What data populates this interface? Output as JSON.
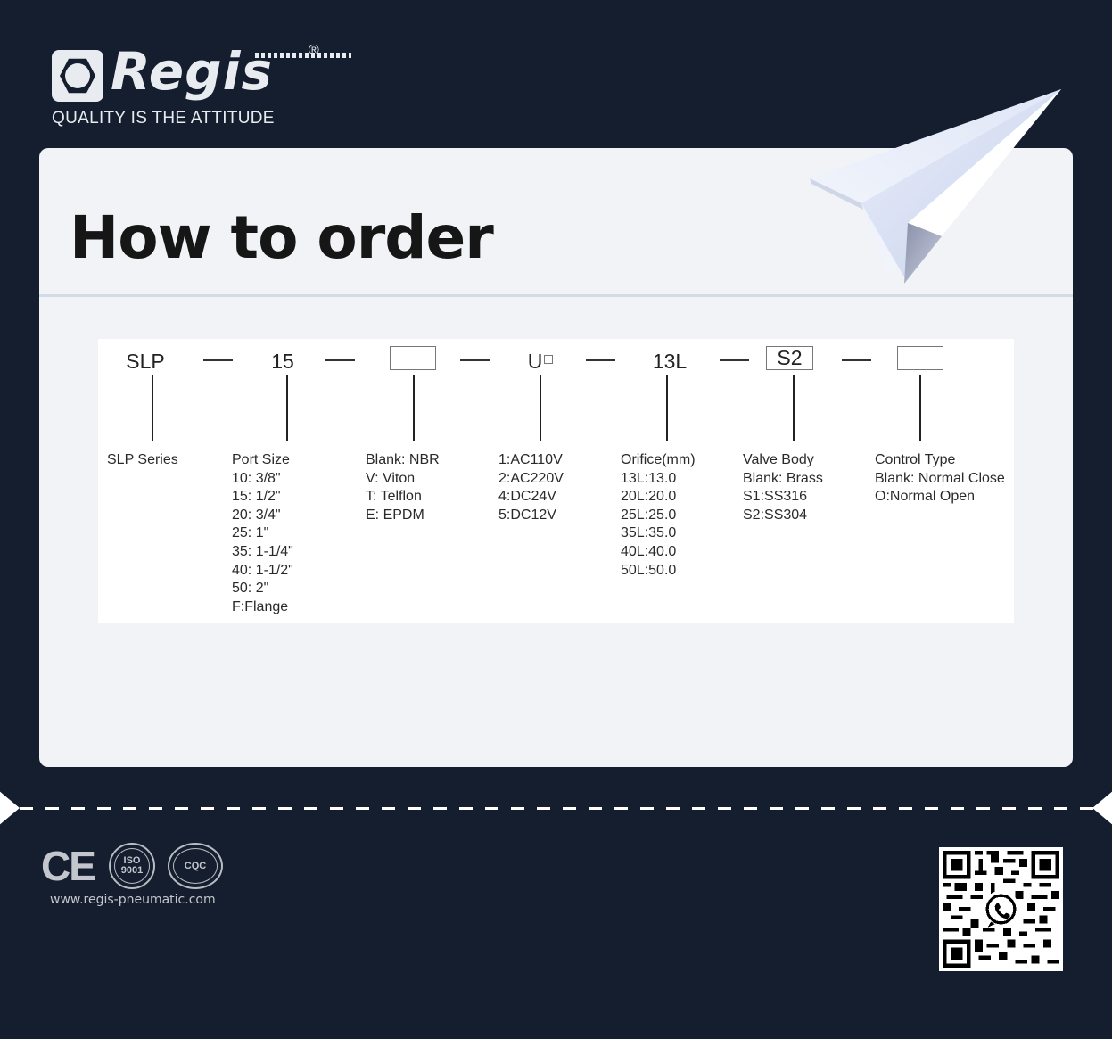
{
  "brand": {
    "name": "Regis",
    "registered_mark": "®",
    "tagline": "QUALITY IS THE ATTITUDE",
    "colors": {
      "background": "#141e2e",
      "card": "#f2f3f6",
      "logo": "#e8ebef"
    }
  },
  "card": {
    "title": "How to order"
  },
  "order_code": {
    "segments": [
      {
        "code": "SLP",
        "type": "text",
        "header": "",
        "options": [
          "SLP Series"
        ]
      },
      {
        "code": "15",
        "type": "text",
        "header": "Port Size",
        "options": [
          "10: 3/8\"",
          "15: 1/2\"",
          "20: 3/4\"",
          "25: 1\"",
          "35: 1-1/4\"",
          "40: 1-1/2\"",
          "50: 2\"",
          "F:Flange"
        ]
      },
      {
        "code": "",
        "type": "box",
        "header": "",
        "options": [
          "Blank: NBR",
          "V: Viton",
          "T: Telflon",
          "E: EPDM"
        ]
      },
      {
        "code": "U",
        "type": "text-with-box",
        "header": "",
        "options": [
          "1:AC110V",
          "2:AC220V",
          "4:DC24V",
          "5:DC12V"
        ]
      },
      {
        "code": "13L",
        "type": "text",
        "header": "Orifice(mm)",
        "options": [
          "13L:13.0",
          "20L:20.0",
          "25L:25.0",
          "35L:35.0",
          "40L:40.0",
          "50L:50.0"
        ]
      },
      {
        "code": "S2",
        "type": "box",
        "header": "Valve Body",
        "options": [
          "Blank: Brass",
          "S1:SS316",
          "S2:SS304"
        ]
      },
      {
        "code": "",
        "type": "box",
        "header": "Control Type",
        "options": [
          "Blank: Normal Close",
          "O:Normal Open"
        ]
      }
    ]
  },
  "footer": {
    "certifications": [
      "CE",
      "ISO 9001",
      "CQC"
    ],
    "website": "www.regis-pneumatic.com",
    "qr_icon": "whatsapp-icon"
  }
}
